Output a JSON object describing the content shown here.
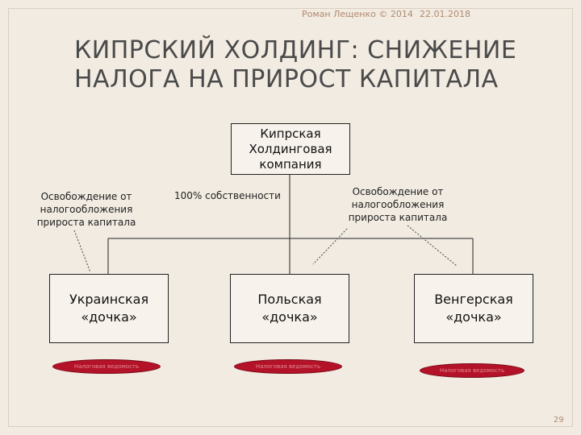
{
  "header": {
    "author": "Роман Лещенко © 2014",
    "date": "22.01.2018"
  },
  "title": {
    "line1": "КИПРСКИЙ ХОЛДИНГ: СНИЖЕНИЕ",
    "line2": "НАЛОГА НА ПРИРОСТ КАПИТАЛА"
  },
  "diagram": {
    "holding": "Кипрская\nХолдинговая\nкомпания",
    "ownership_label": "100% собственности",
    "note_left": "Освобождение от\nналогообложения\nприроста капитала",
    "note_right": "Освобождение от\nналогообложения\nприроста капитала",
    "subsidiaries": [
      {
        "label": "Украинская\n«дочка»",
        "badge": "Налоговая ведомость"
      },
      {
        "label": "Польская\n«дочка»",
        "badge": "Налоговая ведомость"
      },
      {
        "label": "Венгерская\n«дочка»",
        "badge": "Налоговая ведомость"
      }
    ]
  },
  "colors": {
    "background": "#f1ebe1",
    "title": "#4a4a4a",
    "header": "#b08a72",
    "badge": "#b31228"
  },
  "page_number": "29"
}
